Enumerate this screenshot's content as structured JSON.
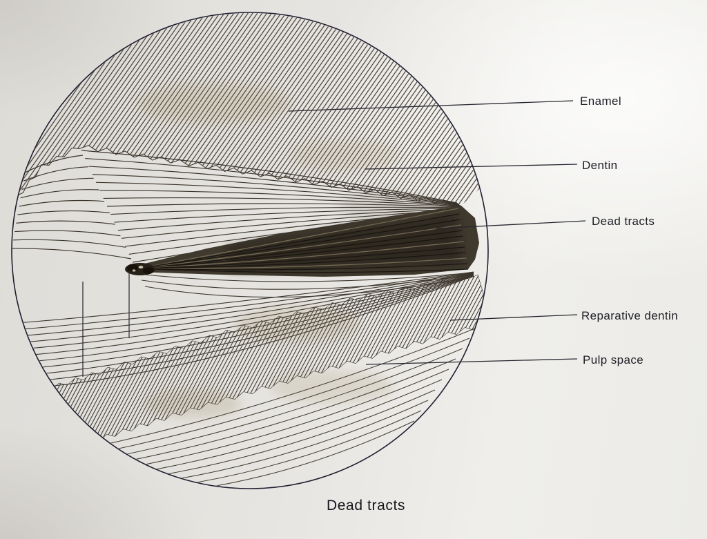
{
  "figure": {
    "caption": "Dead tracts",
    "labels": {
      "enamel": "Enamel",
      "dentin": "Dentin",
      "dead_tracts": "Dead tracts",
      "reparative_dentin": "Reparative dentin",
      "pulp_space": "Pulp space"
    },
    "ink_color": "#3a332a",
    "leader_color": "#26262f",
    "paper_color": "#e7e5e1"
  }
}
